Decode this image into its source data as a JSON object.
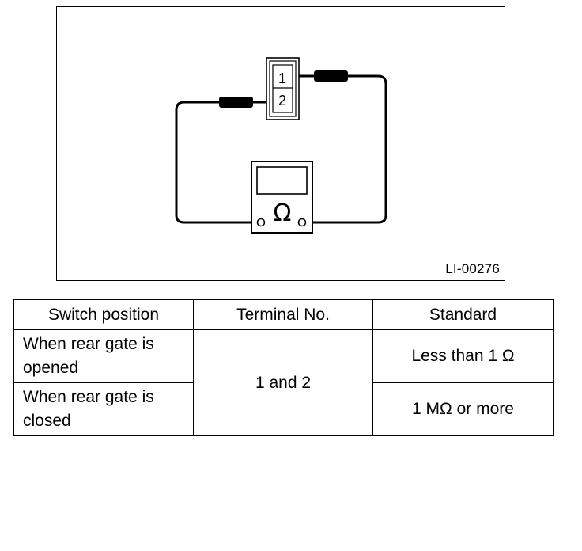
{
  "diagram": {
    "connector_pins": [
      "1",
      "2"
    ],
    "meter_symbol": "Ω",
    "figure_code": "LI-00276"
  },
  "table": {
    "headers": [
      "Switch position",
      "Terminal No.",
      "Standard"
    ],
    "rows": [
      {
        "switch_position": "When rear gate is opened",
        "terminal": "1 and 2",
        "standard": "Less than 1 Ω"
      },
      {
        "switch_position": "When rear gate is closed",
        "terminal": "1 and 2",
        "standard": "1 MΩ or more"
      }
    ]
  }
}
